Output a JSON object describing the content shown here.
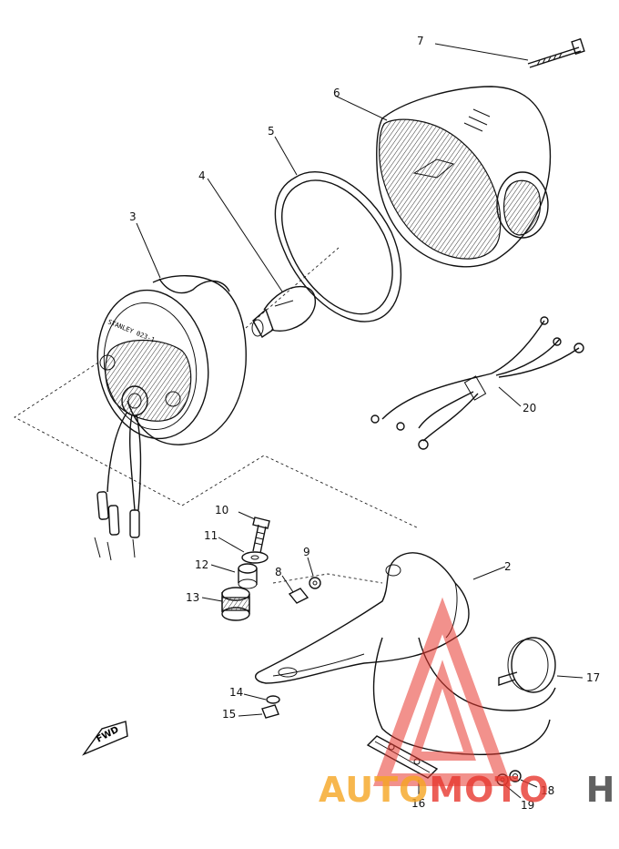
{
  "diagram": {
    "labels": [
      {
        "id": "2",
        "text": "2"
      },
      {
        "id": "3",
        "text": "3"
      },
      {
        "id": "4",
        "text": "4"
      },
      {
        "id": "5",
        "text": "5"
      },
      {
        "id": "6",
        "text": "6"
      },
      {
        "id": "7",
        "text": "7"
      },
      {
        "id": "8",
        "text": "8"
      },
      {
        "id": "9",
        "text": "9"
      },
      {
        "id": "10",
        "text": "10"
      },
      {
        "id": "11",
        "text": "11"
      },
      {
        "id": "12",
        "text": "12"
      },
      {
        "id": "13",
        "text": "13"
      },
      {
        "id": "14",
        "text": "14"
      },
      {
        "id": "15",
        "text": "15"
      },
      {
        "id": "16",
        "text": "16"
      },
      {
        "id": "17",
        "text": "17"
      },
      {
        "id": "18",
        "text": "18"
      },
      {
        "id": "19",
        "text": "19"
      },
      {
        "id": "20",
        "text": "20"
      }
    ],
    "fwd_label": "FWD",
    "housing_marking": "STANLEY  023-1"
  },
  "watermark": {
    "part1": "AUTO",
    "part2": "MOTO",
    "part3": "HUB",
    "color_part1": "#f6a623",
    "color_part2": "#e8382f",
    "color_part3": "#3a3a3a",
    "triangle_color": "#e8382f"
  }
}
